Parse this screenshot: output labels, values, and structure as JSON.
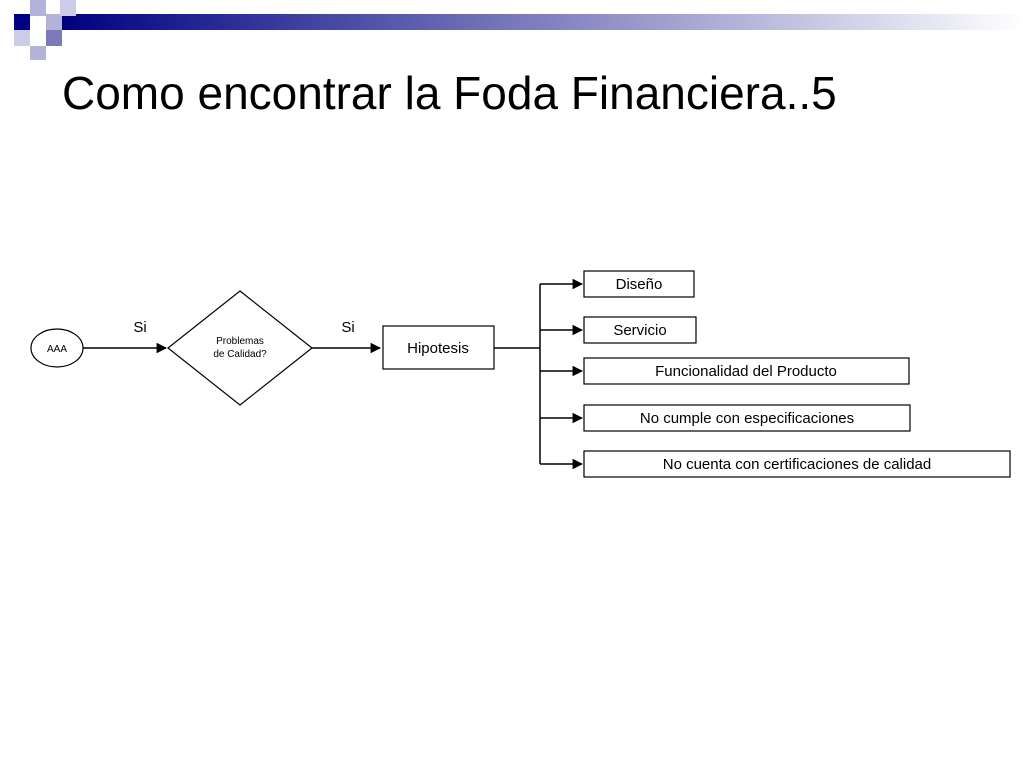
{
  "slide": {
    "title": "Como encontrar la Foda Financiera..5"
  },
  "theme": {
    "accent": "#000080",
    "accent_light": "#9999cc",
    "line": "#000000"
  },
  "diagram": {
    "start_node": "AAA",
    "decision": {
      "line1": "Problemas",
      "line2": "de Calidad?"
    },
    "yes_label_1": "Si",
    "yes_label_2": "Si",
    "hypothesis": "Hipotesis",
    "branches": [
      "Diseño",
      "Servicio",
      "Funcionalidad del Producto",
      "No cumple con especificaciones",
      "No cuenta con certificaciones de calidad"
    ]
  }
}
